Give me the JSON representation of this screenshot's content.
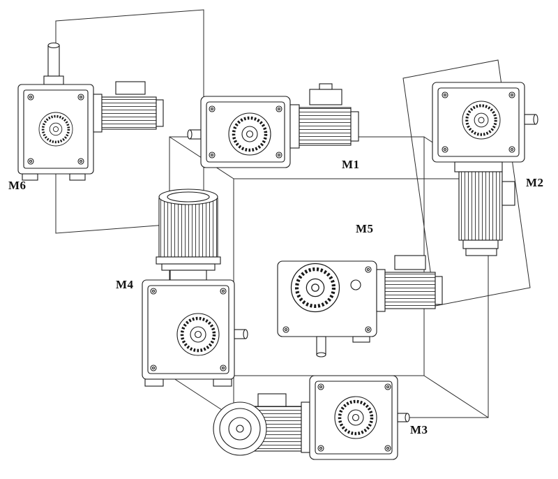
{
  "diagram": {
    "type": "gearmotor-mounting-positions",
    "labels": {
      "m1": "M1",
      "m2": "M2",
      "m3": "M3",
      "m4": "M4",
      "m5": "M5",
      "m6": "M6"
    },
    "figures": [
      {
        "id": "m1",
        "label": "M1",
        "icon": "gearmotor-horizontal-top-icon"
      },
      {
        "id": "m2",
        "label": "M2",
        "icon": "gearmotor-vertical-motor-down-icon"
      },
      {
        "id": "m3",
        "label": "M3",
        "icon": "gearmotor-horizontal-motor-left-icon"
      },
      {
        "id": "m4",
        "label": "M4",
        "icon": "gearmotor-vertical-motor-up-icon"
      },
      {
        "id": "m5",
        "label": "M5",
        "icon": "gearmotor-horizontal-output-up-icon"
      },
      {
        "id": "m6",
        "label": "M6",
        "icon": "gearmotor-shaft-up-icon"
      }
    ]
  },
  "colors": {
    "background": "#ffffff",
    "line": "#1a1a1a",
    "text": "#111111"
  }
}
